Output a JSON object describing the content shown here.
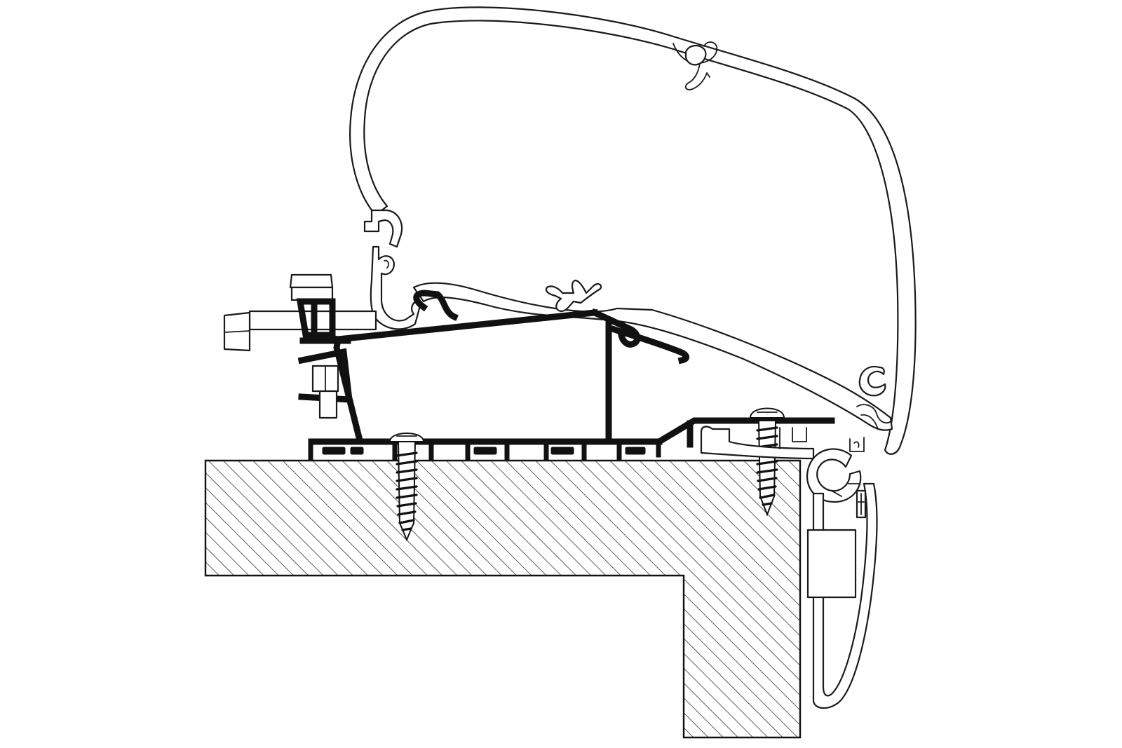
{
  "diagram": {
    "components": {
      "wall": "hatched-wall-section",
      "awning_cassette": "awning-cassette-profile",
      "adapter_rail": "adapter-rail-profile",
      "bolt_assembly": "hex-bolt-assembly",
      "screws": [
        "wood-screw",
        "wood-screw"
      ],
      "end_profile": "wall-end-profile"
    },
    "colors": {
      "line": "#111111",
      "background": "#ffffff"
    }
  }
}
